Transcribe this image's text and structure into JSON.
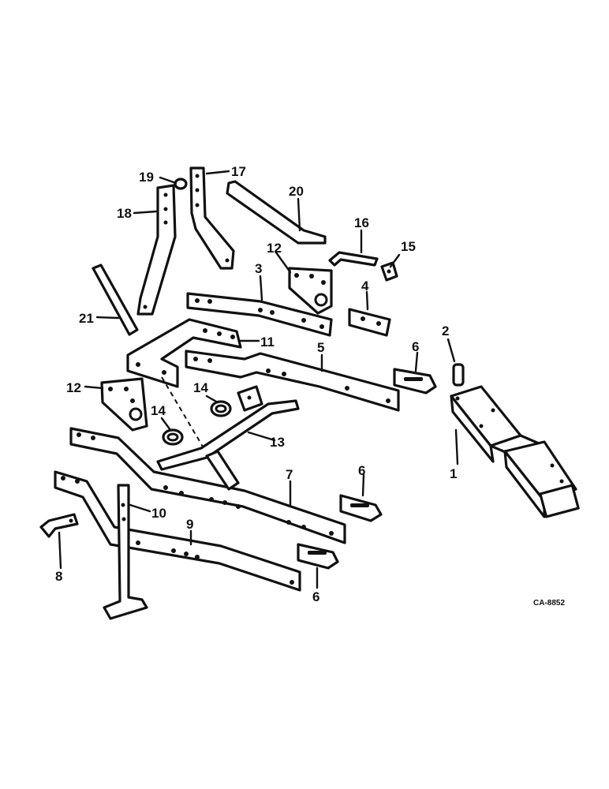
{
  "diagram": {
    "callouts": {
      "c1": "1",
      "c2": "2",
      "c3": "3",
      "c4": "4",
      "c5": "5",
      "c6a": "6",
      "c6b": "6",
      "c6c": "6",
      "c7": "7",
      "c8": "8",
      "c9": "9",
      "c10": "10",
      "c11": "11",
      "c12a": "12",
      "c12b": "12",
      "c13": "13",
      "c14a": "14",
      "c14b": "14",
      "c15": "15",
      "c16": "16",
      "c17": "17",
      "c18": "18",
      "c19": "19",
      "c20": "20",
      "c21": "21"
    },
    "reference_code": "CA-8852",
    "colors": {
      "ink": "#111111",
      "paper": "#ffffff"
    }
  }
}
